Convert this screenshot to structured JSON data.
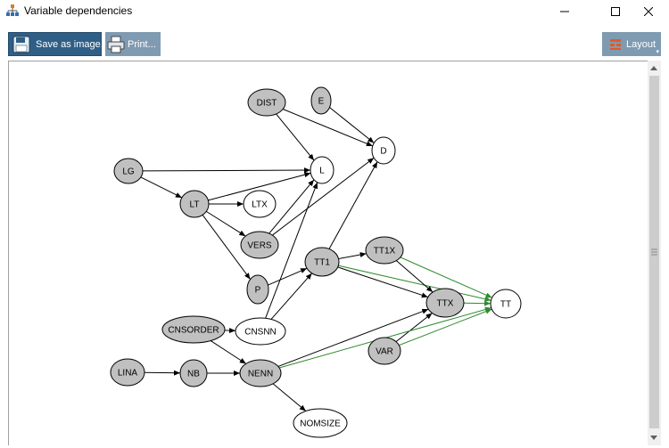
{
  "window": {
    "title": "Variable dependencies"
  },
  "toolbar": {
    "save_label": "Save as image...",
    "print_label": "Print...",
    "layout_label": "Layout"
  },
  "graph": {
    "nodes": [
      {
        "id": "DIST",
        "label": "DIST",
        "filled": true
      },
      {
        "id": "E",
        "label": "E",
        "filled": true
      },
      {
        "id": "D",
        "label": "D",
        "filled": false
      },
      {
        "id": "LG",
        "label": "LG",
        "filled": true
      },
      {
        "id": "L",
        "label": "L",
        "filled": false
      },
      {
        "id": "LT",
        "label": "LT",
        "filled": true
      },
      {
        "id": "LTX",
        "label": "LTX",
        "filled": false
      },
      {
        "id": "VERS",
        "label": "VERS",
        "filled": true
      },
      {
        "id": "TT1",
        "label": "TT1",
        "filled": true
      },
      {
        "id": "TT1X",
        "label": "TT1X",
        "filled": true
      },
      {
        "id": "P",
        "label": "P",
        "filled": true
      },
      {
        "id": "TTX",
        "label": "TTX",
        "filled": true
      },
      {
        "id": "TT",
        "label": "TT",
        "filled": false
      },
      {
        "id": "CNSORDER",
        "label": "CNSORDER",
        "filled": true
      },
      {
        "id": "CNSNN",
        "label": "CNSNN",
        "filled": false
      },
      {
        "id": "VAR",
        "label": "VAR",
        "filled": true
      },
      {
        "id": "LINA",
        "label": "LINA",
        "filled": true
      },
      {
        "id": "NB",
        "label": "NB",
        "filled": true
      },
      {
        "id": "NENN",
        "label": "NENN",
        "filled": true
      },
      {
        "id": "NOMSIZE",
        "label": "NOMSIZE",
        "filled": false
      }
    ],
    "edges": [
      {
        "from": "DIST",
        "to": "L",
        "color": "#000000"
      },
      {
        "from": "DIST",
        "to": "D",
        "color": "#000000"
      },
      {
        "from": "E",
        "to": "D",
        "color": "#000000"
      },
      {
        "from": "LG",
        "to": "L",
        "color": "#000000"
      },
      {
        "from": "LG",
        "to": "LT",
        "color": "#000000"
      },
      {
        "from": "LT",
        "to": "LTX",
        "color": "#000000"
      },
      {
        "from": "LT",
        "to": "L",
        "color": "#000000"
      },
      {
        "from": "LT",
        "to": "VERS",
        "color": "#000000"
      },
      {
        "from": "LT",
        "to": "P",
        "color": "#000000"
      },
      {
        "from": "VERS",
        "to": "L",
        "color": "#000000"
      },
      {
        "from": "VERS",
        "to": "D",
        "color": "#000000"
      },
      {
        "from": "P",
        "to": "TT1",
        "color": "#000000"
      },
      {
        "from": "TT1",
        "to": "D",
        "color": "#000000"
      },
      {
        "from": "TT1",
        "to": "TT1X",
        "color": "#000000"
      },
      {
        "from": "TT1",
        "to": "TTX",
        "color": "#000000"
      },
      {
        "from": "TT1",
        "to": "TT",
        "color": "#2e8b2e"
      },
      {
        "from": "TT1X",
        "to": "TTX",
        "color": "#000000"
      },
      {
        "from": "TT1X",
        "to": "TT",
        "color": "#2e8b2e"
      },
      {
        "from": "TTX",
        "to": "TT",
        "color": "#2e8b2e"
      },
      {
        "from": "VAR",
        "to": "TTX",
        "color": "#000000"
      },
      {
        "from": "VAR",
        "to": "TT",
        "color": "#2e8b2e"
      },
      {
        "from": "CNSORDER",
        "to": "CNSNN",
        "color": "#000000"
      },
      {
        "from": "CNSORDER",
        "to": "NENN",
        "color": "#000000"
      },
      {
        "from": "CNSNN",
        "to": "L",
        "color": "#000000"
      },
      {
        "from": "CNSNN",
        "to": "TT1",
        "color": "#000000"
      },
      {
        "from": "LINA",
        "to": "NB",
        "color": "#000000"
      },
      {
        "from": "NB",
        "to": "NENN",
        "color": "#000000"
      },
      {
        "from": "NENN",
        "to": "TTX",
        "color": "#000000"
      },
      {
        "from": "NENN",
        "to": "TT",
        "color": "#2e8b2e"
      },
      {
        "from": "NENN",
        "to": "NOMSIZE",
        "color": "#000000"
      }
    ]
  },
  "colors": {
    "node_fill": "#c0c0c0",
    "node_fill_empty": "#ffffff",
    "toolbar_primary": "#2f5f86",
    "toolbar_secondary": "#7f9bb2",
    "edge_green": "#2e8b2e"
  }
}
